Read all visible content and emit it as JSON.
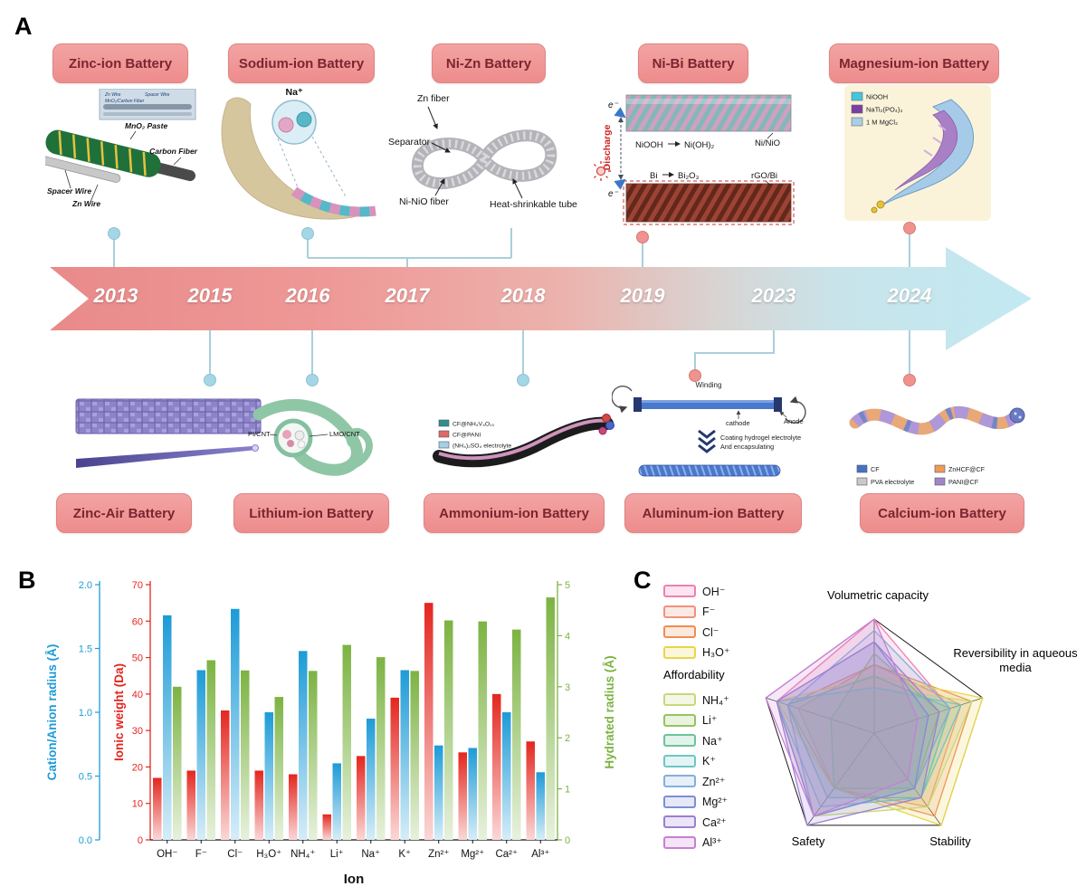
{
  "figure": {
    "panel_a": "A",
    "panel_b": "B",
    "panel_c": "C"
  },
  "timeline": {
    "years": [
      "2013",
      "2015",
      "2016",
      "2017",
      "2018",
      "2019",
      "2023",
      "2024"
    ],
    "top_batteries": [
      "Zinc-ion Battery",
      "Sodium-ion Battery",
      "Ni-Zn Battery",
      "Ni-Bi Battery",
      "Magnesium-ion Battery"
    ],
    "bottom_batteries": [
      "Zinc-Air Battery",
      "Lithium-ion Battery",
      "Ammonium-ion Battery",
      "Aluminum-ion Battery",
      "Calcium-ion Battery"
    ]
  },
  "illustrations": {
    "zinc_ion": {
      "mno2_paste": "MnO₂ Paste",
      "carbon_fiber": "Carbon Fiber",
      "spacer_wire": "Spacer Wire",
      "zn_wire": "Zn Wire",
      "inset_zn_wire": "Zn Wire",
      "inset_spacer_wire": "Spacer Wire",
      "inset_mno2": "MnO₂/Carbon Fiber"
    },
    "sodium_ion": {
      "na_ion": "Na⁺"
    },
    "ni_zn": {
      "zn_fiber": "Zn fiber",
      "separator": "Separator",
      "ni_nio_fiber": "Ni-NiO fiber",
      "heat_tube": "Heat-shrinkable tube"
    },
    "ni_bi": {
      "e_top": "e⁻",
      "e_bottom": "e⁻",
      "discharge": "Discharge",
      "niooh": "NiOOH",
      "ni_oh2": "Ni(OH)₂",
      "ni_nio": "Ni/NiO",
      "bi": "Bi",
      "bi2o3": "Bi₂O₃",
      "rgo_bi": "rGO/Bi"
    },
    "magnesium": {
      "legend": [
        {
          "label": "NiOOH",
          "color": "#45c6dc"
        },
        {
          "label": "NaTi₂(PO₄)₃",
          "color": "#7b3fa0"
        },
        {
          "label": "1 M MgCl₂",
          "color": "#a8d0e4"
        }
      ]
    },
    "lithium": {
      "pi_cnt": "PI/CNT",
      "lmo_cnt": "LMO/CNT"
    },
    "ammonium": {
      "legend": [
        {
          "label": "CF@NH₄V₄O₁₀",
          "color": "#2e8f8f"
        },
        {
          "label": "CF@PANI",
          "color": "#e06868"
        },
        {
          "label": "(NH₄)₂SO₄ electrolyte",
          "color": "#a8d0e4"
        }
      ]
    },
    "aluminum": {
      "winding": "Winding",
      "cathode": "cathode",
      "anode": "Anode",
      "coating_1": "Coating hydrogel electrolyte",
      "coating_2": "And encapsulating"
    },
    "calcium": {
      "legend": [
        {
          "label": "CF",
          "color": "#4472c4"
        },
        {
          "label": "ZnHCF@CF",
          "color": "#ed9b55"
        },
        {
          "label": "PVA electrolyte",
          "color": "#c9c9c9"
        },
        {
          "label": "PANI@CF",
          "color": "#9f86c9"
        }
      ]
    }
  },
  "chart_data": [
    {
      "type": "bar",
      "title": "",
      "xlabel": "Ion",
      "categories": [
        "OH⁻",
        "F⁻",
        "Cl⁻",
        "H₃O⁺",
        "NH₄⁺",
        "Li⁺",
        "Na⁺",
        "K⁺",
        "Zn²⁺",
        "Mg²⁺",
        "Ca²⁺",
        "Al³⁺"
      ],
      "series": [
        {
          "name": "Ionic weight (Da)",
          "color": "#e4261f",
          "ylim": [
            0,
            70
          ],
          "ticks": [
            0,
            10,
            20,
            30,
            40,
            50,
            60,
            70
          ],
          "values": [
            17,
            19,
            35.5,
            19,
            18,
            7,
            23,
            39,
            65,
            24,
            40,
            27
          ]
        },
        {
          "name": "Cation/Anion radius (Å)",
          "color": "#1d9bd7",
          "ylim": [
            0,
            2.0
          ],
          "ticks": [
            0,
            0.5,
            1,
            1.5,
            2
          ],
          "values": [
            1.76,
            1.33,
            1.81,
            1.0,
            1.48,
            0.6,
            0.95,
            1.33,
            0.74,
            0.72,
            1.0,
            0.53
          ]
        },
        {
          "name": "Hydrated radius (Å)",
          "color": "#7cb342",
          "ylim": [
            0,
            5
          ],
          "ticks": [
            0,
            1,
            2,
            3,
            4,
            5
          ],
          "values": [
            3.0,
            3.52,
            3.32,
            2.8,
            3.31,
            3.82,
            3.58,
            3.31,
            4.3,
            4.28,
            4.12,
            4.75
          ]
        }
      ],
      "grid": false,
      "legend_position": "none"
    },
    {
      "type": "radar",
      "axes": [
        "Volumetric capacity",
        "Reversibility in aqueous media",
        "Stability",
        "Safety",
        "Affordability"
      ],
      "max": 5,
      "series": [
        {
          "name": "OH⁻",
          "color": "#ef7fb2",
          "values": [
            5,
            3.5,
            3,
            4.5,
            4.5
          ]
        },
        {
          "name": "F⁻",
          "color": "#f29177",
          "values": [
            3,
            4,
            4,
            3,
            3.5
          ]
        },
        {
          "name": "Cl⁻",
          "color": "#ef8d55",
          "values": [
            3,
            4.5,
            4.5,
            3,
            4
          ]
        },
        {
          "name": "H₃O⁺",
          "color": "#e9d54b",
          "values": [
            2.5,
            5,
            5,
            3,
            4.5
          ]
        },
        {
          "name": "NH₄⁺",
          "color": "#c6d97c",
          "values": [
            2,
            4.5,
            4,
            4.5,
            4.5
          ]
        },
        {
          "name": "Li⁺",
          "color": "#94c45e",
          "values": [
            3.5,
            3,
            3,
            3,
            2
          ]
        },
        {
          "name": "Na⁺",
          "color": "#6cc49b",
          "values": [
            2.5,
            3.5,
            3.5,
            3.5,
            4
          ]
        },
        {
          "name": "K⁺",
          "color": "#6fc6c6",
          "values": [
            2,
            4,
            3.5,
            4,
            4.5
          ]
        },
        {
          "name": "Zn²⁺",
          "color": "#86aede",
          "values": [
            4.5,
            3.5,
            3,
            4.5,
            4
          ]
        },
        {
          "name": "Mg²⁺",
          "color": "#7b8fd6",
          "values": [
            4,
            2.5,
            3,
            4.5,
            4.5
          ]
        },
        {
          "name": "Ca²⁺",
          "color": "#9a7fd2",
          "values": [
            4,
            3,
            3.5,
            5,
            4.5
          ]
        },
        {
          "name": "Al³⁺",
          "color": "#c87fd2",
          "values": [
            5,
            2,
            2.5,
            4.5,
            5
          ]
        }
      ]
    }
  ]
}
